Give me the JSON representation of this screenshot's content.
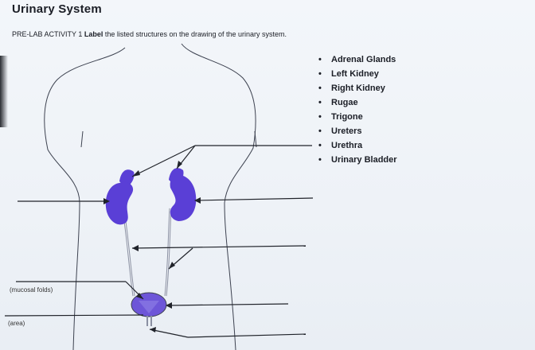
{
  "title": "Urinary System",
  "instructions": {
    "activity": "PRE-LAB ACTIVITY 1",
    "label_word": "Label",
    "text": "the listed structures on the drawing of the urinary system."
  },
  "structures": [
    "Adrenal Glands",
    "Left Kidney",
    "Right Kidney",
    "Rugae",
    "Trigone",
    "Ureters",
    "Urethra",
    "Urinary Bladder"
  ],
  "hints": {
    "mucosal_folds": "(mucosal folds)",
    "area": "(area)"
  },
  "colors": {
    "kidney": "#5a3fd6",
    "bladder": "#6d56d8",
    "outline": "#3d4250",
    "leader": "#20232a"
  }
}
